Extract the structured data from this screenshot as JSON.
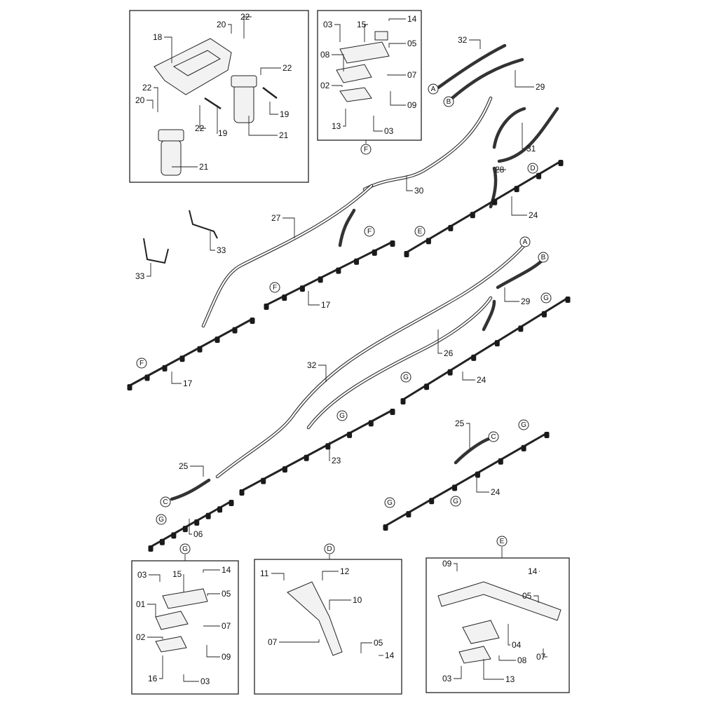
{
  "title": "Spray boom plumbing exploded parts diagram",
  "callouts": [
    "18",
    "20",
    "22",
    "22",
    "22",
    "20",
    "19",
    "22",
    "19",
    "21",
    "21",
    "14",
    "03",
    "15",
    "05",
    "08",
    "07",
    "02",
    "09",
    "13",
    "03",
    "32",
    "29",
    "31",
    "28",
    "30",
    "24",
    "27",
    "33",
    "33",
    "17",
    "17",
    "29",
    "26",
    "32",
    "24",
    "23",
    "25",
    "24",
    "25",
    "06",
    "03",
    "15",
    "14",
    "05",
    "01",
    "07",
    "02",
    "09",
    "16",
    "03",
    "11",
    "12",
    "10",
    "07",
    "05",
    "14",
    "09",
    "14",
    "05",
    "04",
    "08",
    "07",
    "03",
    "13"
  ],
  "reference_circles": [
    "F",
    "A",
    "B",
    "D",
    "E",
    "F",
    "F",
    "F",
    "A",
    "B",
    "G",
    "G",
    "G",
    "C",
    "G",
    "G",
    "G",
    "C",
    "G",
    "G",
    "D",
    "E"
  ]
}
